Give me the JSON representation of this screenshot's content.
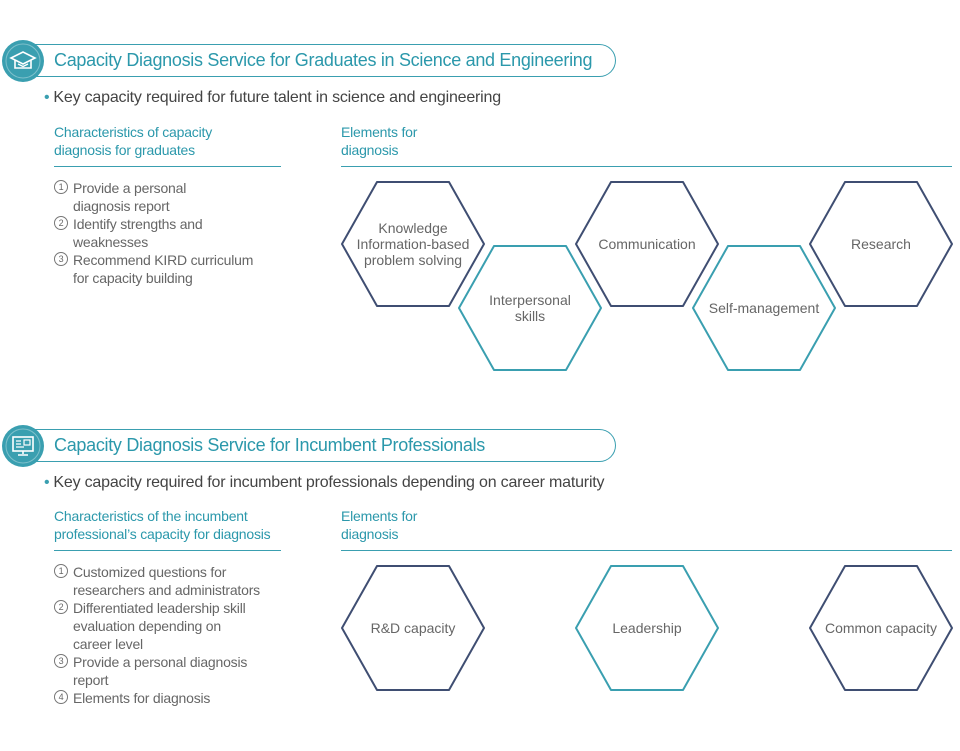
{
  "colors": {
    "accent": "#3a9fb0",
    "hex_navy": "#3f4e72",
    "hex_teal": "#3a9fb0"
  },
  "section1": {
    "icon": "graduation-cap-icon",
    "title": "Capacity Diagnosis Service for Graduates in Science and Engineering",
    "subtitle": "Key capacity required for future talent in science and engineering",
    "characteristics_heading": "Characteristics of capacity\ndiagnosis for graduates",
    "elements_heading": "Elements for\ndiagnosis",
    "characteristics": [
      {
        "num": "1",
        "text": "Provide a personal\ndiagnosis report"
      },
      {
        "num": "2",
        "text": "Identify strengths and\nweaknesses"
      },
      {
        "num": "3",
        "text": "Recommend KIRD curriculum\nfor capacity building"
      }
    ],
    "elements": [
      {
        "label": "Knowledge\nInformation-based\nproblem solving",
        "style": "navy"
      },
      {
        "label": "Interpersonal\nskills",
        "style": "teal"
      },
      {
        "label": "Communication",
        "style": "navy"
      },
      {
        "label": "Self-management",
        "style": "teal"
      },
      {
        "label": "Research",
        "style": "navy"
      }
    ]
  },
  "section2": {
    "icon": "monitor-icon",
    "title": "Capacity Diagnosis Service for Incumbent Professionals",
    "subtitle": "Key capacity required for incumbent professionals depending on career maturity",
    "characteristics_heading": "Characteristics of the incumbent\nprofessional’s capacity for diagnosis",
    "elements_heading": "Elements for\ndiagnosis",
    "characteristics": [
      {
        "num": "1",
        "text": "Customized questions for\nresearchers and administrators"
      },
      {
        "num": "2",
        "text": "Differentiated leadership skill\nevaluation depending on\ncareer level"
      },
      {
        "num": "3",
        "text": "Provide a personal diagnosis\nreport"
      },
      {
        "num": "4",
        "text": "Elements for diagnosis"
      }
    ],
    "elements": [
      {
        "label": "R&D capacity",
        "style": "navy"
      },
      {
        "label": "Leadership",
        "style": "teal"
      },
      {
        "label": "Common capacity",
        "style": "navy"
      }
    ]
  }
}
